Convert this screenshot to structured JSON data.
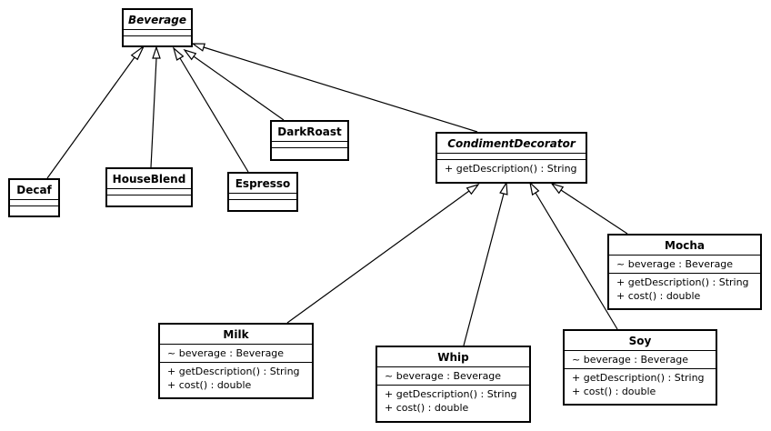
{
  "classes": {
    "beverage": {
      "name": "Beverage"
    },
    "decaf": {
      "name": "Decaf"
    },
    "houseblend": {
      "name": "HouseBlend"
    },
    "espresso": {
      "name": "Espresso"
    },
    "darkroast": {
      "name": "DarkRoast"
    },
    "condiment_decorator": {
      "name": "CondimentDecorator",
      "operations": [
        "+ getDescription() : String"
      ]
    },
    "milk": {
      "name": "Milk",
      "attributes": [
        "~ beverage : Beverage"
      ],
      "operations": [
        "+ getDescription() : String",
        "+ cost() : double"
      ]
    },
    "whip": {
      "name": "Whip",
      "attributes": [
        "~ beverage : Beverage"
      ],
      "operations": [
        "+ getDescription() : String",
        "+ cost() : double"
      ]
    },
    "soy": {
      "name": "Soy",
      "attributes": [
        "~ beverage : Beverage"
      ],
      "operations": [
        "+ getDescription() : String",
        "+ cost() : double"
      ]
    },
    "mocha": {
      "name": "Mocha",
      "attributes": [
        "~ beverage : Beverage"
      ],
      "operations": [
        "+ getDescription() : String",
        "+ cost() : double"
      ]
    }
  },
  "relationships": [
    {
      "type": "generalization",
      "from": "decaf",
      "to": "beverage"
    },
    {
      "type": "generalization",
      "from": "houseblend",
      "to": "beverage"
    },
    {
      "type": "generalization",
      "from": "espresso",
      "to": "beverage"
    },
    {
      "type": "generalization",
      "from": "darkroast",
      "to": "beverage"
    },
    {
      "type": "generalization",
      "from": "condiment_decorator",
      "to": "beverage"
    },
    {
      "type": "generalization",
      "from": "milk",
      "to": "condiment_decorator"
    },
    {
      "type": "generalization",
      "from": "whip",
      "to": "condiment_decorator"
    },
    {
      "type": "generalization",
      "from": "soy",
      "to": "condiment_decorator"
    },
    {
      "type": "generalization",
      "from": "mocha",
      "to": "condiment_decorator"
    }
  ]
}
